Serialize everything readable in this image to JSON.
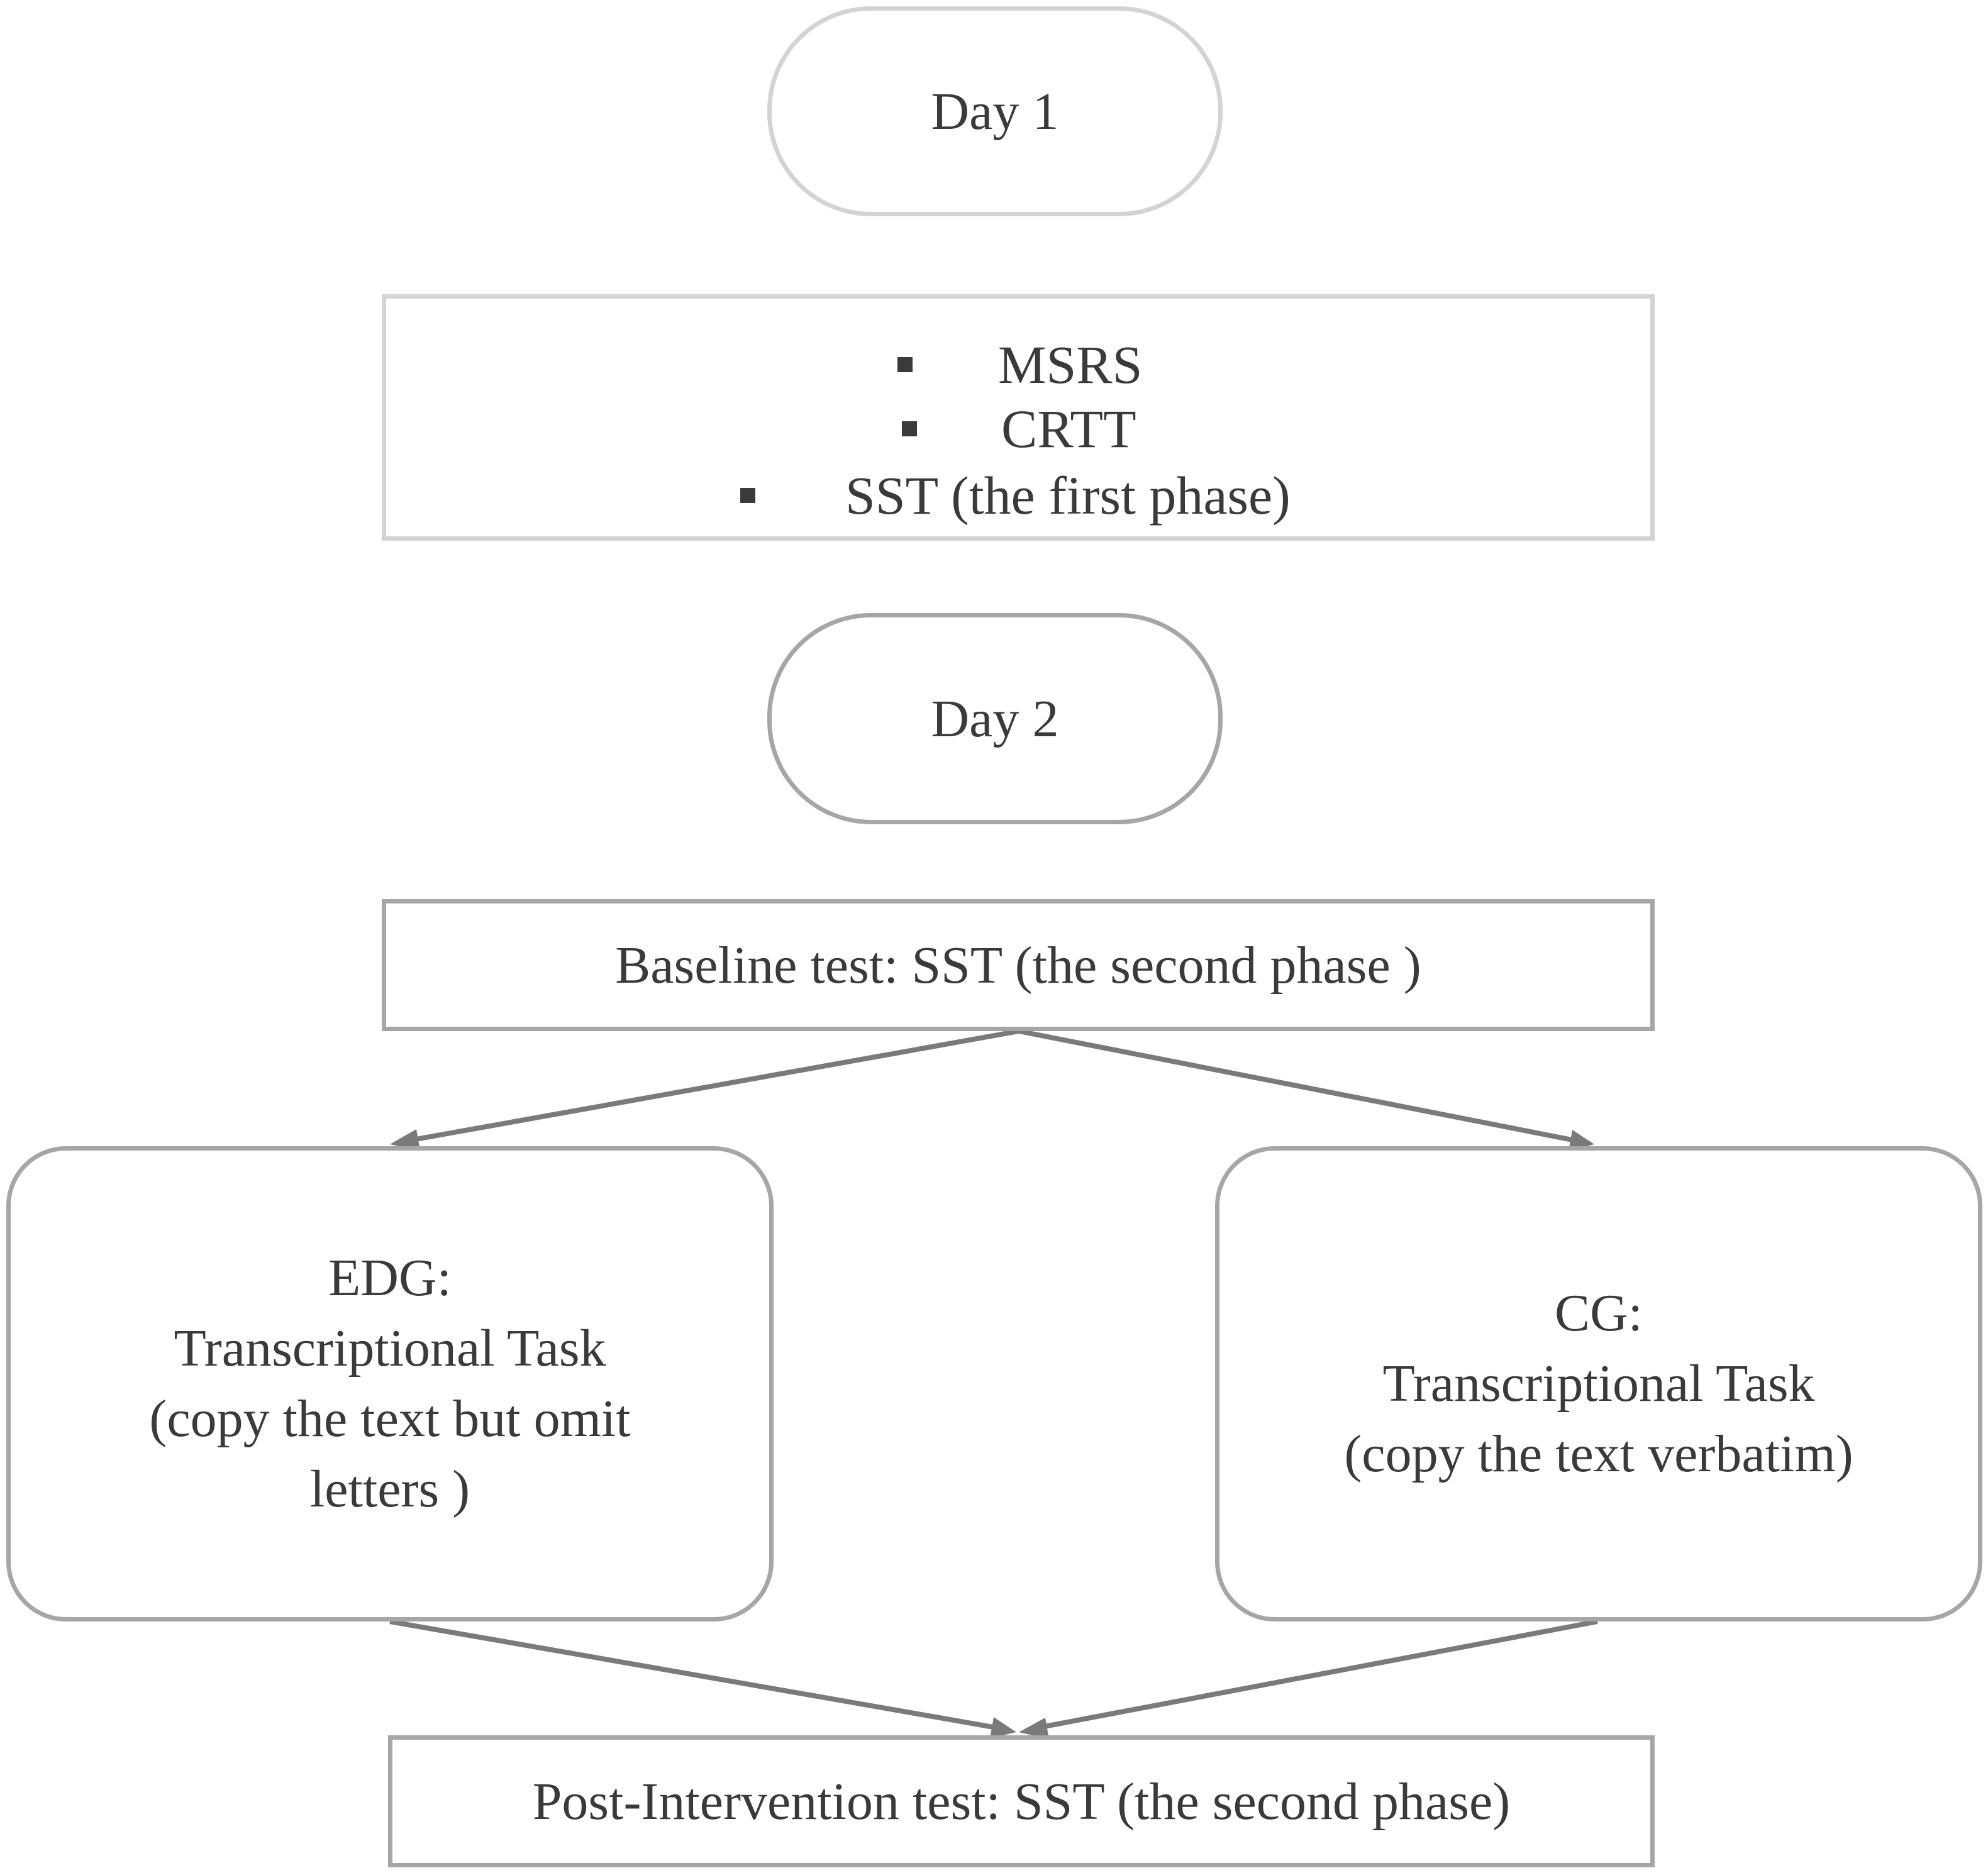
{
  "day1": {
    "label": "Day 1"
  },
  "measures": {
    "items": [
      "MSRS",
      "CRTT",
      "SST (the first phase)"
    ]
  },
  "day2": {
    "label": "Day 2"
  },
  "baseline": {
    "label": "Baseline test: SST (the second phase )"
  },
  "edg": {
    "title": "EDG:",
    "task": "Transcriptional Task",
    "desc_line1": "(copy the text but omit",
    "desc_line2": "letters )"
  },
  "cg": {
    "title": "CG:",
    "task": "Transcriptional Task",
    "desc": "(copy the text verbatim)"
  },
  "post": {
    "label": "Post-Intervention test: SST (the second phase)"
  },
  "colors": {
    "light_border": "#d3d3d3",
    "mid_border": "#a6a6a6",
    "arrow": "#7a7a7a",
    "text": "#3a3a3a"
  }
}
